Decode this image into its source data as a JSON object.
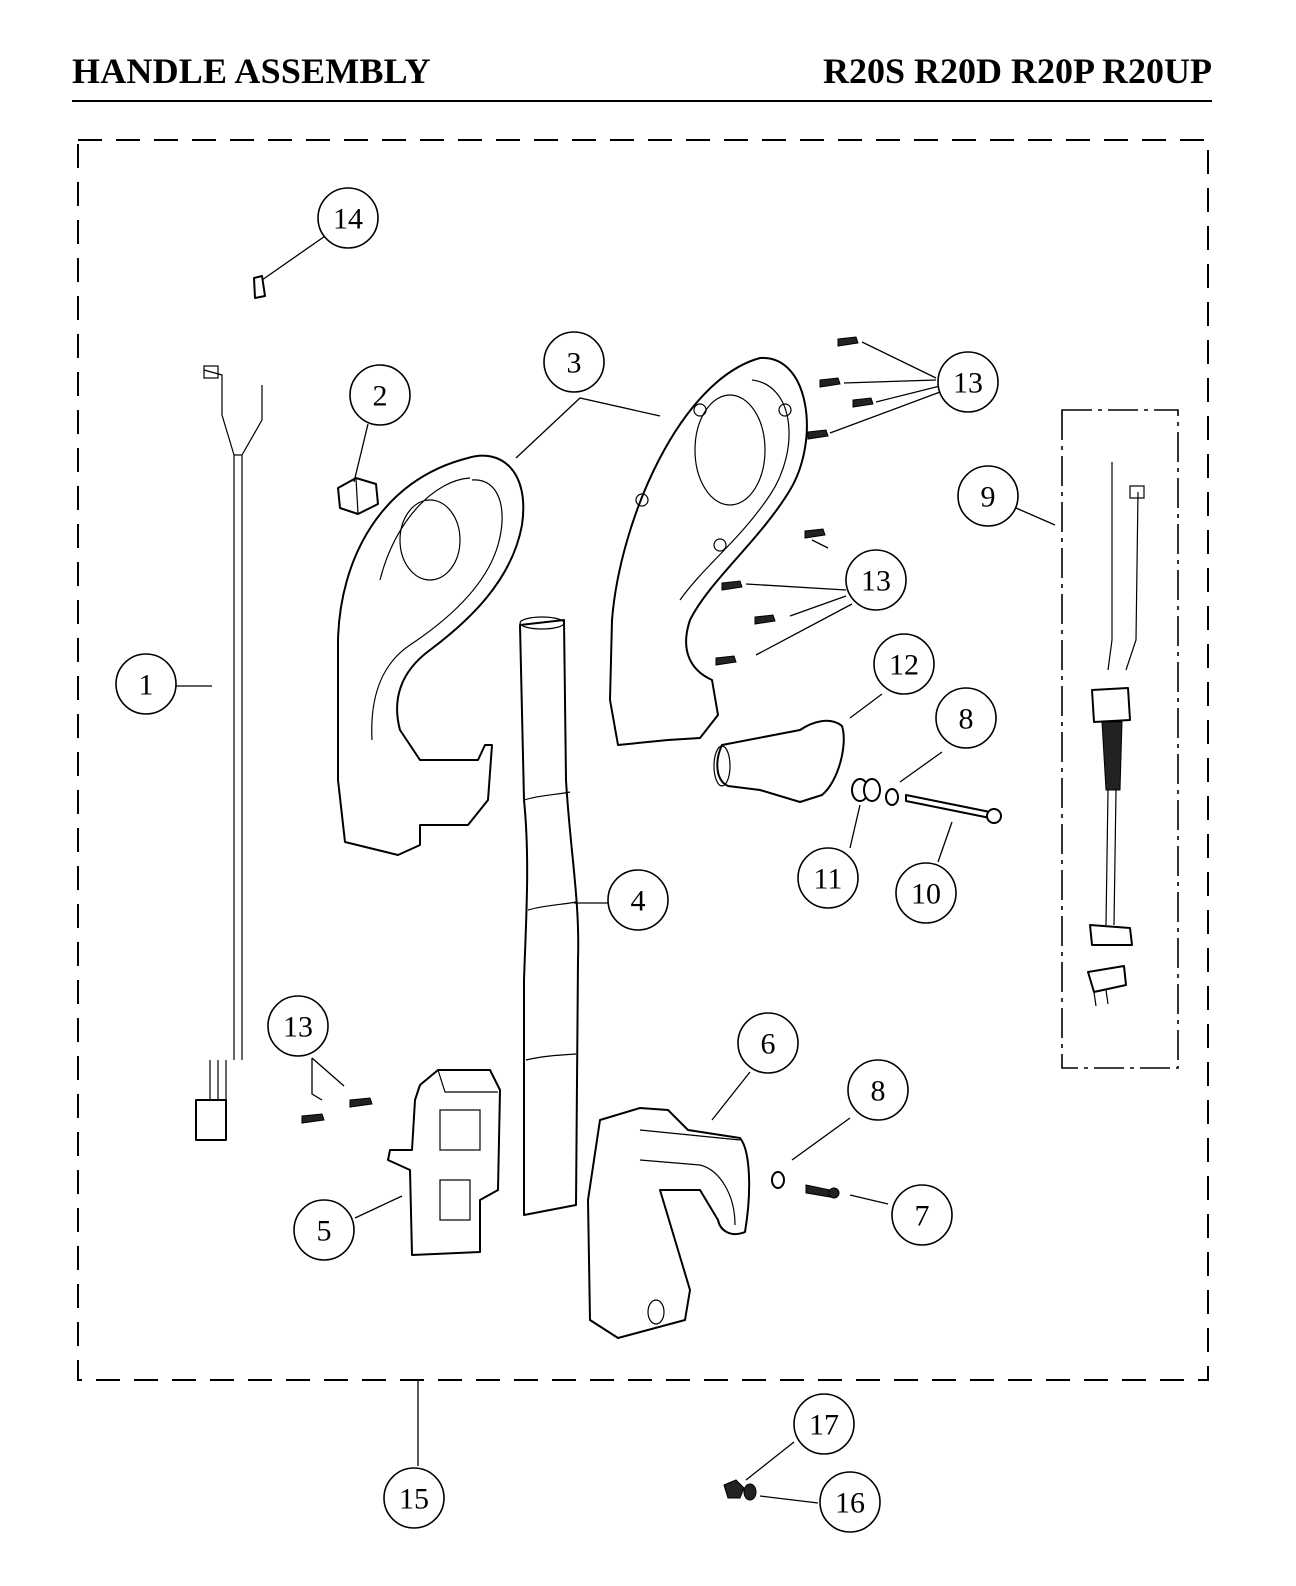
{
  "header": {
    "title": "HANDLE ASSEMBLY",
    "models": "R20S R20D R20P R20UP"
  },
  "callouts": [
    "14",
    "3",
    "2",
    "13",
    "9",
    "1",
    "13",
    "12",
    "8",
    "11",
    "10",
    "4",
    "13",
    "6",
    "8",
    "5",
    "7",
    "17",
    "15",
    "16"
  ]
}
